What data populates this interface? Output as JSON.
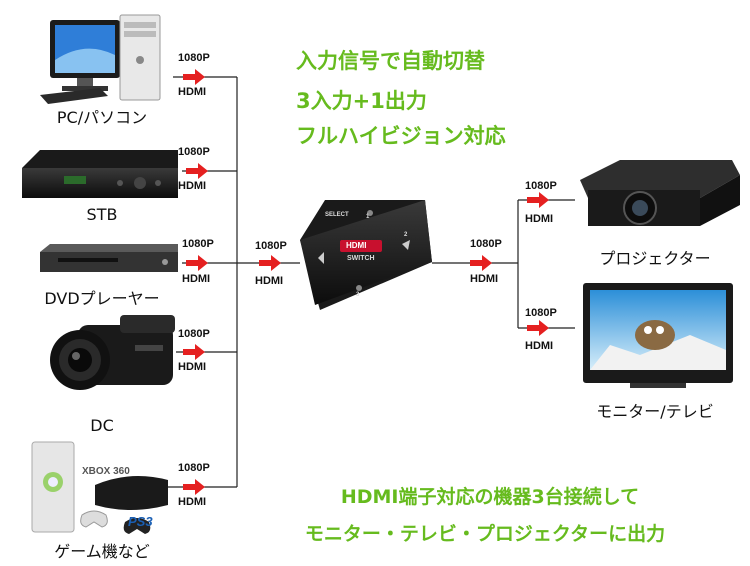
{
  "headline": {
    "line1": "入力信号で自動切替",
    "line2": "3入力+1出力",
    "line3": "フルハイビジョン対応"
  },
  "footer": {
    "line1": "HDMI端子対応の機器3台接続して",
    "line2": "モニター・テレビ・プロジェクターに出力"
  },
  "signal": {
    "resolution": "1080P",
    "interface": "HDMI"
  },
  "inputs": [
    {
      "label": "PC/パソコン",
      "icon": "desktop-pc-icon"
    },
    {
      "label": "STB",
      "icon": "set-top-box-icon"
    },
    {
      "label": "DVDプレーヤー",
      "icon": "dvd-player-icon"
    },
    {
      "label": "DC",
      "icon": "camcorder-icon"
    },
    {
      "label": "ゲーム機など",
      "icon": "game-console-icon"
    }
  ],
  "switch": {
    "brand": "HDMI",
    "name": "SWITCH",
    "button": "SELECT",
    "ports": [
      "1",
      "2",
      "3"
    ]
  },
  "console_logos": {
    "xbox": "XBOX 360",
    "ps": "PS3"
  },
  "outputs": [
    {
      "label": "プロジェクター",
      "icon": "projector-icon"
    },
    {
      "label": "モニター/テレビ",
      "icon": "tv-icon"
    }
  ],
  "colors": {
    "accent_green": "#66bb1e",
    "arrow_red": "#e52020",
    "line": "#222222"
  }
}
